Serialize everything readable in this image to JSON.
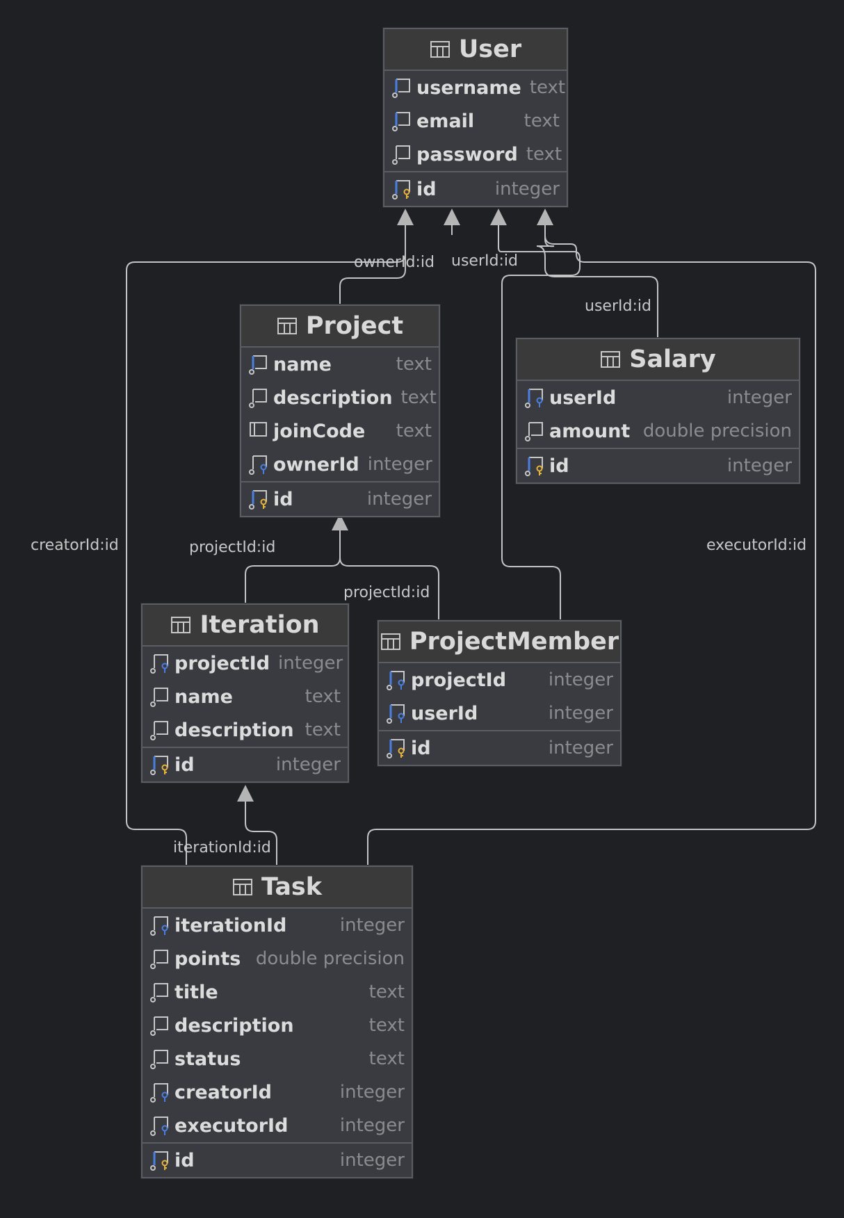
{
  "colors": {
    "background": "#1f2024",
    "entity_fill": "#393b40",
    "header_fill": "#3a3a3a",
    "border": "#5a5d63",
    "line": "#c4c4c4",
    "fk_blue": "#4a7fe0",
    "pk_gold": "#e8b33c"
  },
  "entities": [
    {
      "id": "user",
      "name": "User",
      "icon": "table-icon",
      "columns": [
        {
          "name": "username",
          "type": "text",
          "icon": "column-icon-indexed",
          "pk": false
        },
        {
          "name": "email",
          "type": "text",
          "icon": "column-icon-indexed",
          "pk": false
        },
        {
          "name": "password",
          "type": "text",
          "icon": "column-icon-notnull",
          "pk": false
        },
        {
          "name": "id",
          "type": "integer",
          "icon": "primary-key-icon",
          "pk": true
        }
      ]
    },
    {
      "id": "project",
      "name": "Project",
      "icon": "table-icon",
      "columns": [
        {
          "name": "name",
          "type": "text",
          "icon": "column-icon-indexed",
          "pk": false
        },
        {
          "name": "description",
          "type": "text",
          "icon": "column-icon-notnull",
          "pk": false
        },
        {
          "name": "joinCode",
          "type": "text",
          "icon": "column-icon-nullable",
          "pk": false
        },
        {
          "name": "ownerId",
          "type": "integer",
          "icon": "foreign-key-icon",
          "pk": false
        },
        {
          "name": "id",
          "type": "integer",
          "icon": "primary-key-icon",
          "pk": true
        }
      ]
    },
    {
      "id": "salary",
      "name": "Salary",
      "icon": "table-icon",
      "columns": [
        {
          "name": "userId",
          "type": "integer",
          "icon": "foreign-key-indexed-icon",
          "pk": false
        },
        {
          "name": "amount",
          "type": "double precision",
          "icon": "column-icon-notnull",
          "pk": false
        },
        {
          "name": "id",
          "type": "integer",
          "icon": "primary-key-icon",
          "pk": true
        }
      ]
    },
    {
      "id": "iteration",
      "name": "Iteration",
      "icon": "table-icon",
      "columns": [
        {
          "name": "projectId",
          "type": "integer",
          "icon": "foreign-key-icon",
          "pk": false
        },
        {
          "name": "name",
          "type": "text",
          "icon": "column-icon-notnull",
          "pk": false
        },
        {
          "name": "description",
          "type": "text",
          "icon": "column-icon-notnull",
          "pk": false
        },
        {
          "name": "id",
          "type": "integer",
          "icon": "primary-key-icon",
          "pk": true
        }
      ]
    },
    {
      "id": "projectmember",
      "name": "ProjectMember",
      "icon": "table-icon",
      "columns": [
        {
          "name": "projectId",
          "type": "integer",
          "icon": "foreign-key-indexed-icon",
          "pk": false
        },
        {
          "name": "userId",
          "type": "integer",
          "icon": "foreign-key-indexed-icon",
          "pk": false
        },
        {
          "name": "id",
          "type": "integer",
          "icon": "primary-key-icon",
          "pk": true
        }
      ]
    },
    {
      "id": "task",
      "name": "Task",
      "icon": "table-icon",
      "columns": [
        {
          "name": "iterationId",
          "type": "integer",
          "icon": "foreign-key-icon",
          "pk": false
        },
        {
          "name": "points",
          "type": "double precision",
          "icon": "column-icon-notnull",
          "pk": false
        },
        {
          "name": "title",
          "type": "text",
          "icon": "column-icon-notnull",
          "pk": false
        },
        {
          "name": "description",
          "type": "text",
          "icon": "column-icon-notnull",
          "pk": false
        },
        {
          "name": "status",
          "type": "text",
          "icon": "column-icon-notnull",
          "pk": false
        },
        {
          "name": "creatorId",
          "type": "integer",
          "icon": "foreign-key-icon",
          "pk": false
        },
        {
          "name": "executorId",
          "type": "integer",
          "icon": "foreign-key-nullable-icon",
          "pk": false
        },
        {
          "name": "id",
          "type": "integer",
          "icon": "primary-key-icon",
          "pk": true
        }
      ]
    }
  ],
  "relations": [
    {
      "label": "ownerId:id",
      "from": "Project",
      "to": "User"
    },
    {
      "label": "userId:id",
      "from": "ProjectMember",
      "to": "User"
    },
    {
      "label": "userId:id",
      "from": "Salary",
      "to": "User"
    },
    {
      "label": "creatorId:id",
      "from": "Task",
      "to": "User"
    },
    {
      "label": "executorId:id",
      "from": "Task",
      "to": "User"
    },
    {
      "label": "projectId:id",
      "from": "Iteration",
      "to": "Project"
    },
    {
      "label": "projectId:id",
      "from": "ProjectMember",
      "to": "Project"
    },
    {
      "label": "iterationId:id",
      "from": "Task",
      "to": "Iteration"
    }
  ]
}
